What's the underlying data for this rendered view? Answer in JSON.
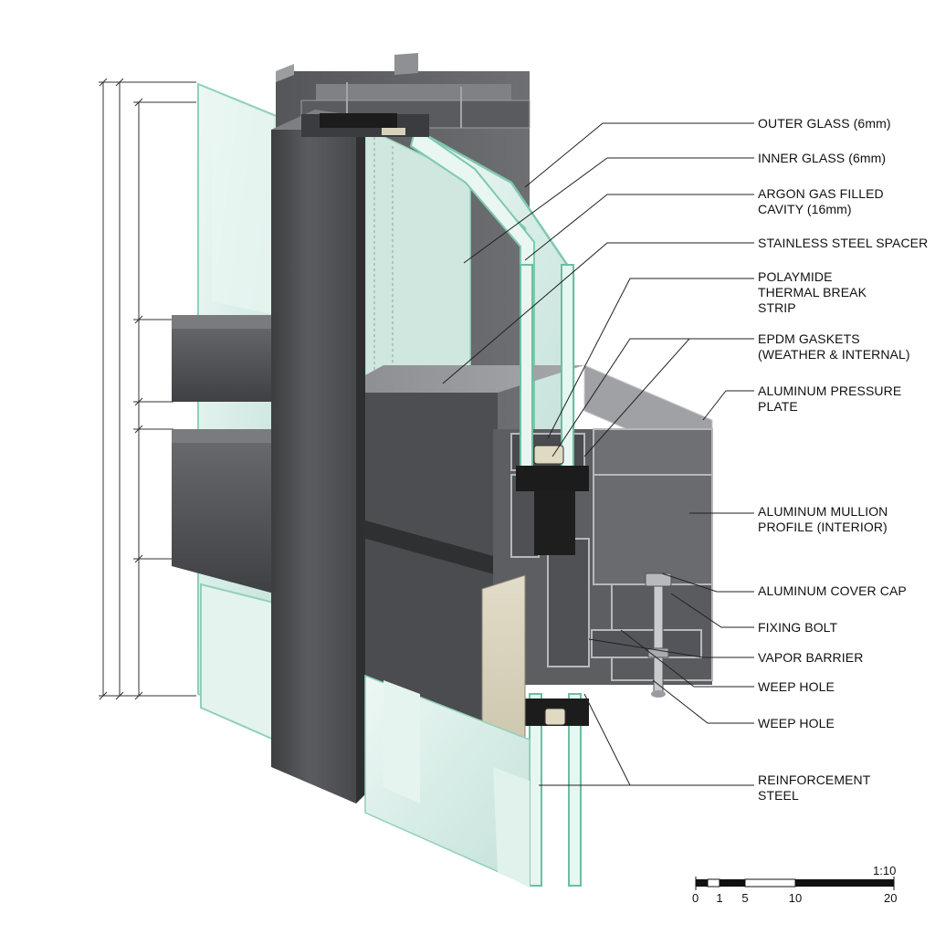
{
  "callouts": [
    {
      "id": "outer-glass",
      "text": "OUTER GLASS (6mm)"
    },
    {
      "id": "inner-glass",
      "text": "INNER GLASS (6mm)"
    },
    {
      "id": "argon-cavity",
      "text": "ARGON GAS FILLED\nCAVITY (16mm)"
    },
    {
      "id": "spacer",
      "text": "STAINLESS STEEL SPACER"
    },
    {
      "id": "thermal-break",
      "text": "POLAYMIDE\nTHERMAL BREAK\nSTRIP"
    },
    {
      "id": "epdm-gaskets",
      "text": "EPDM GASKETS\n(WEATHER & INTERNAL)"
    },
    {
      "id": "pressure-plate",
      "text": "ALUMINUM PRESSURE\nPLATE"
    },
    {
      "id": "mullion-profile",
      "text": "ALUMINUM MULLION\nPROFILE (INTERIOR)"
    },
    {
      "id": "cover-cap",
      "text": "ALUMINUM COVER CAP"
    },
    {
      "id": "fixing-bolt",
      "text": "FIXING BOLT"
    },
    {
      "id": "vapor-barrier",
      "text": "VAPOR BARRIER"
    },
    {
      "id": "weep-hole-1",
      "text": "WEEP HOLE"
    },
    {
      "id": "weep-hole-2",
      "text": "WEEP HOLE"
    },
    {
      "id": "reinforcement-steel",
      "text": "REINFORCEMENT\nSTEEL"
    }
  ],
  "scale_bar": {
    "ratio": "1:10",
    "labels": [
      "0",
      "1",
      "5",
      "10",
      "20"
    ],
    "units": [
      0,
      1,
      5,
      10,
      20
    ]
  },
  "colors": {
    "aluminum_dark": "#4a4b4d",
    "aluminum_mid": "#6a6b6e",
    "aluminum_light": "#8d8f92",
    "glass_edge": "#7fc9ad",
    "glass_fill": "#dcefea",
    "gasket": "#1c1c1c",
    "insulation": "#d8d2bd",
    "leader_line": "#222222"
  }
}
